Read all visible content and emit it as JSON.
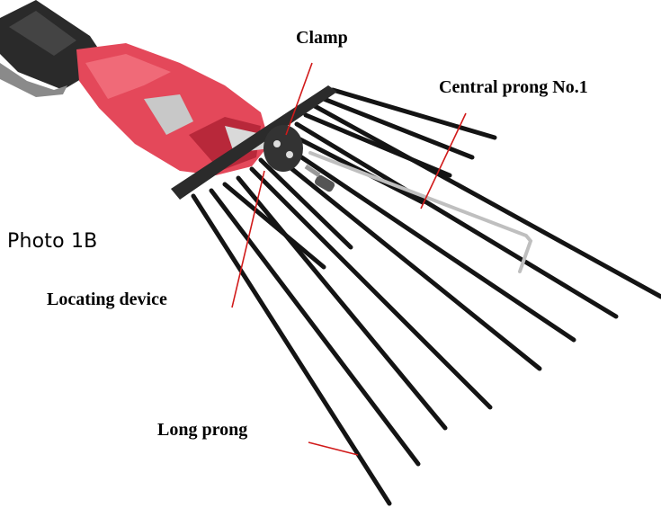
{
  "labels": {
    "clamp": "Clamp",
    "central_prong": "Central prong No.1",
    "photo": "Photo 1B",
    "locating_device": "Locating device",
    "long_prong": "Long prong"
  },
  "colors": {
    "body": "#e4485a",
    "body_dark": "#b8283a",
    "prong": "#141414",
    "leader": "#d11a1a"
  }
}
